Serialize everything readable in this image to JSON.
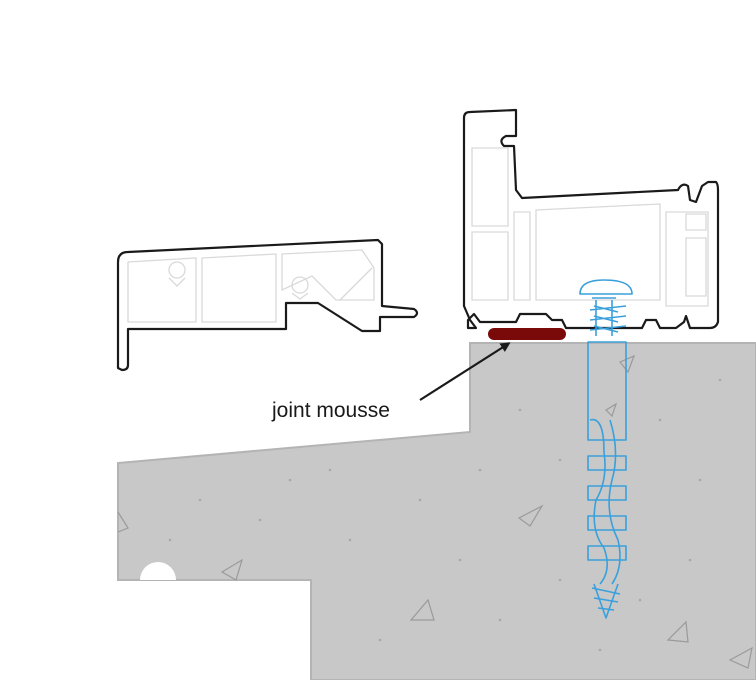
{
  "callouts": [
    {
      "text": "joint mousse"
    }
  ],
  "colors": {
    "background": "#ffffff",
    "concrete": "#c8c8c8",
    "concrete_edge": "#b4b4b4",
    "profile_outline": "#1a1a1a",
    "profile_inner": "#d9d9d9",
    "foam_joint": "#7a0a0a",
    "screw": "#3aa0dc"
  },
  "icons": {
    "joint": "foam-seal-strip",
    "fastener": "screw-with-dowel",
    "arrow": "leader-arrow"
  }
}
